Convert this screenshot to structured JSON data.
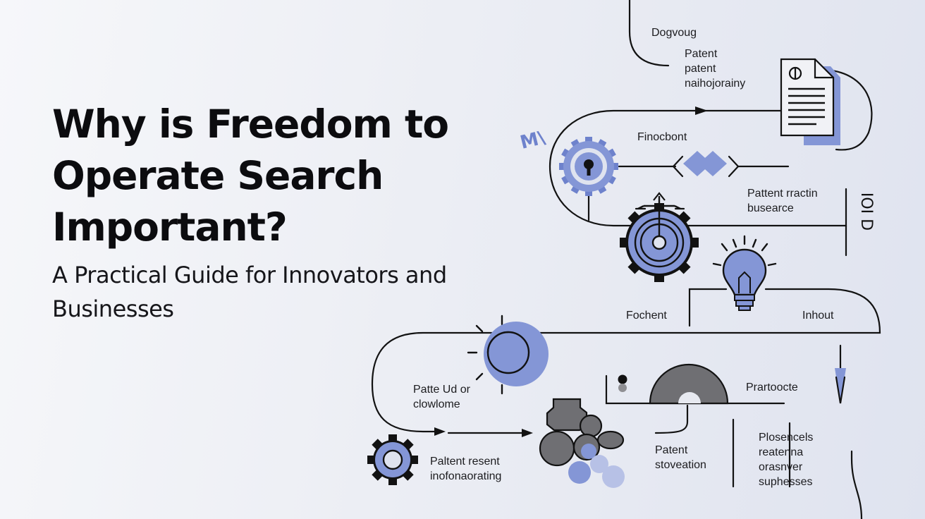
{
  "heading": {
    "title": "Why is Freedom to Operate Search Important?",
    "subtitle": "A Practical Guide for Innovators and Businesses"
  },
  "diagram": {
    "labels": {
      "top": "Dogvoug",
      "patent_1a": "Patent",
      "patent_1b": "patent",
      "patent_1c": "naihojorainy",
      "mn": "M\\",
      "finocbont": "Finocbont",
      "patent_rractin_a": "Pattent rractin",
      "patent_rractin_b": "busearce",
      "iod": "IOI D",
      "fochent": "Fochent",
      "inhout": "Inhout",
      "patte_a": "Patte Ud or",
      "patte_b": "clowlome",
      "prartoocte": "Prartoocte",
      "paltent_a": "Paltent resent",
      "paltent_b": "inofonaorating",
      "patent_stov_a": "Patent",
      "patent_stov_b": "stoveation",
      "prosen_a": "Plosencels",
      "prosen_b": "reatenna",
      "prosen_c": "orasnver",
      "prosen_d": "suphesses"
    },
    "colors": {
      "accent": "#8496d6",
      "accent_light": "#b7c1e6",
      "ink": "#121212",
      "grey": "#6f6f73"
    }
  }
}
